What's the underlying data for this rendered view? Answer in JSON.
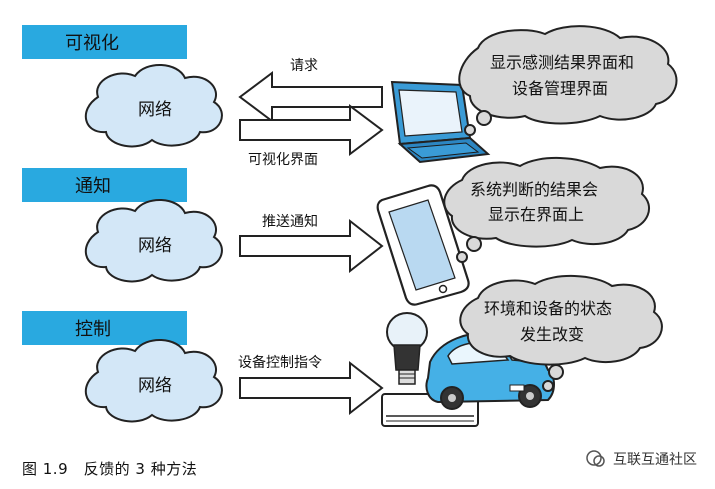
{
  "sections": [
    {
      "title": "可视化",
      "cloud": "网络",
      "arrow_left_label": "请求",
      "arrow_right_label": "可视化界面",
      "device": "laptop-icon",
      "bubble_lines": [
        "显示感测结果界面和",
        "设备管理界面"
      ]
    },
    {
      "title": "通知",
      "cloud": "网络",
      "arrow_right_label": "推送通知",
      "device": "smartphone-icon",
      "bubble_lines": [
        "系统判断的结果会",
        "显示在界面上"
      ]
    },
    {
      "title": "控制",
      "cloud": "网络",
      "arrow_right_label": "设备控制指令",
      "device": "light-bulb-air-conditioner-car-icons",
      "bubble_lines": [
        "环境和设备的状态",
        "发生改变"
      ]
    }
  ],
  "caption": "图 1.9　反馈的 3 种方法",
  "watermark": "互联互通社区",
  "colors": {
    "title_bar": "#29a9e0",
    "cloud_fill": "#d3e7f7",
    "bubble_fill": "#d9d9d9",
    "laptop": "#3a9bd6",
    "car": "#45b0e6"
  }
}
